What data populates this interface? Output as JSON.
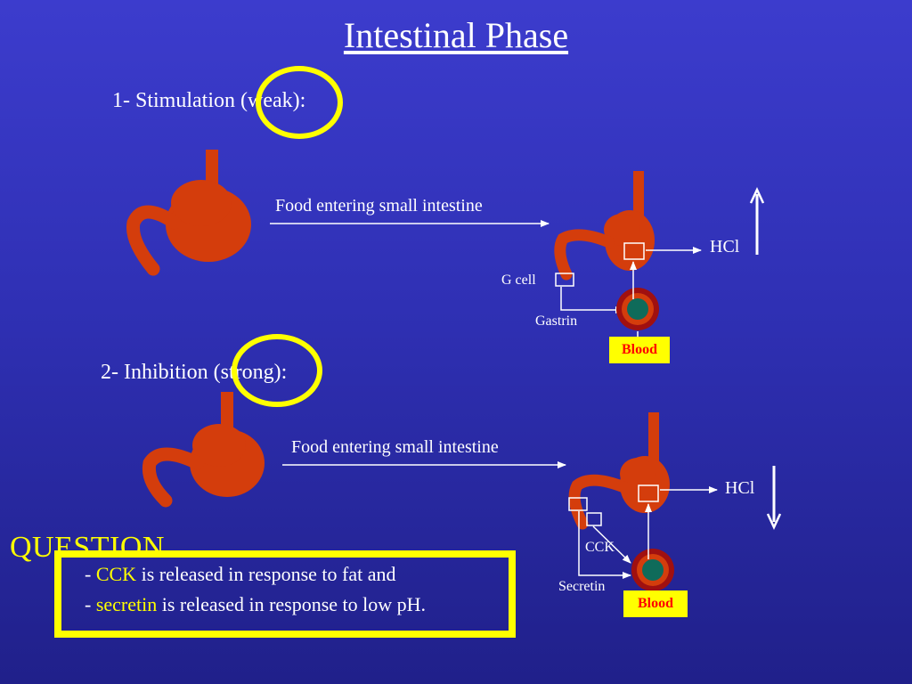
{
  "title": "Intestinal Phase",
  "sections": {
    "stimulation": {
      "heading": "1- Stimulation (weak):",
      "food_label": "Food entering small intestine",
      "hcl_label": "HCl",
      "g_cell_label": "G cell",
      "hormone_label": "Gastrin",
      "blood_label": "Blood",
      "hcl_arrow_direction": "up"
    },
    "inhibition": {
      "heading": "2- Inhibition (strong):",
      "food_label": "Food entering small intestine",
      "hcl_label": "HCl",
      "hormone_label_1": "CCK",
      "hormone_label_2": "Secretin",
      "blood_label": "Blood",
      "hcl_arrow_direction": "down"
    }
  },
  "question": {
    "heading": "QUESTION",
    "line1": {
      "prefix": "- ",
      "term": "CCK",
      "rest": " is released in response to fat and"
    },
    "line2": {
      "prefix": "- ",
      "term": "secretin",
      "rest": " is released in response to low pH."
    }
  },
  "colors": {
    "background_top": "#3c3ccd",
    "background_bottom": "#20208a",
    "stomach": "#d43d0c",
    "highlight": "#ffff00",
    "blood_text": "#ff0000",
    "cell_teal": "#0f6b5a"
  }
}
